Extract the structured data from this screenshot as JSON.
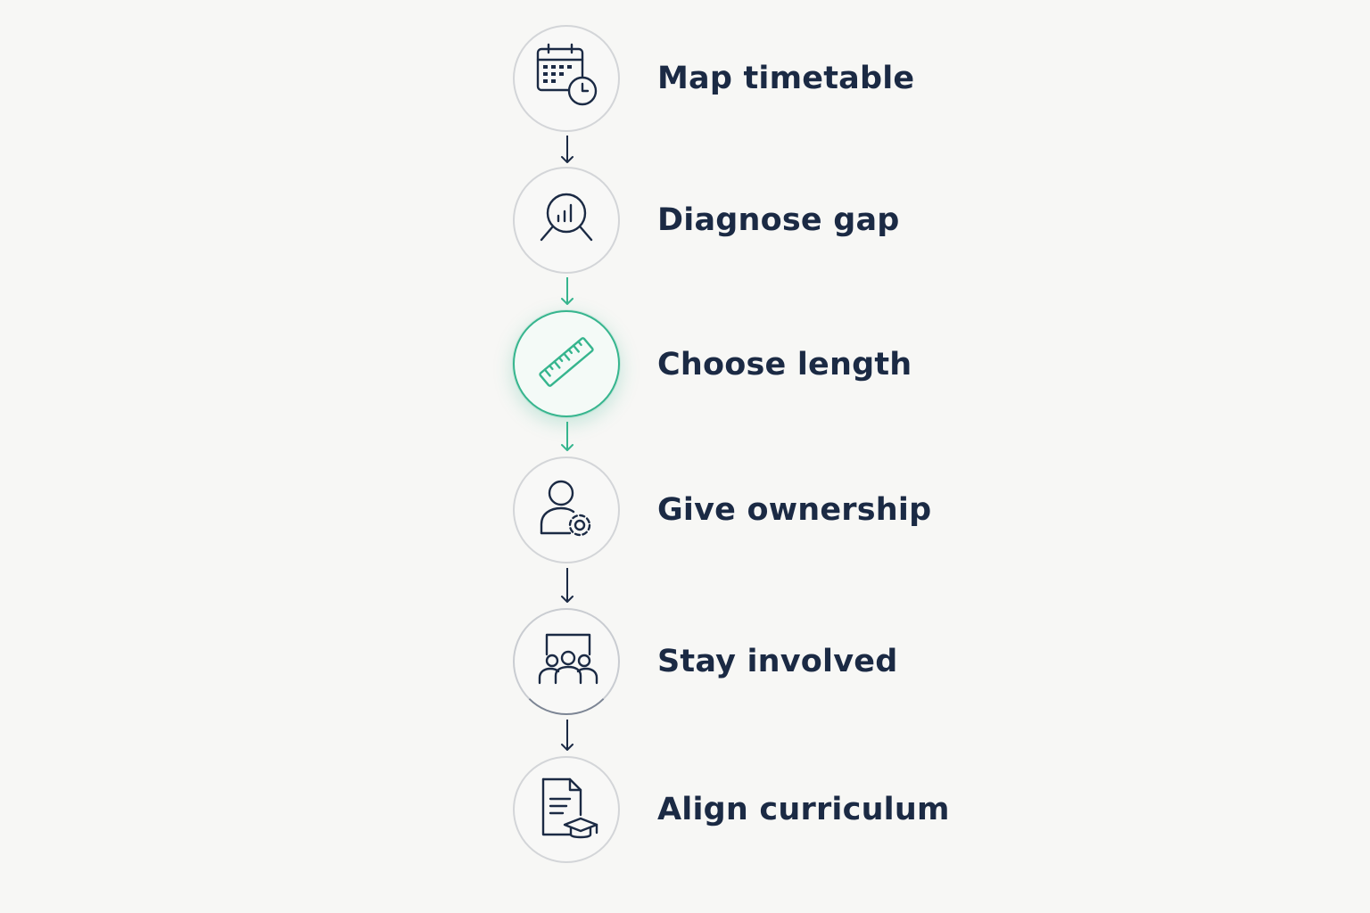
{
  "steps": [
    {
      "label": "Map timetable",
      "icon": "calendar-clock-icon",
      "state": "default"
    },
    {
      "label": "Diagnose gap",
      "icon": "magnifier-chart-icon",
      "state": "default"
    },
    {
      "label": "Choose length",
      "icon": "ruler-icon",
      "state": "active"
    },
    {
      "label": "Give ownership",
      "icon": "user-gear-icon",
      "state": "default"
    },
    {
      "label": "Stay involved",
      "icon": "group-board-icon",
      "state": "default"
    },
    {
      "label": "Align curriculum",
      "icon": "document-graduation-icon",
      "state": "default"
    }
  ],
  "colors": {
    "background": "#f7f7f5",
    "text": "#1b2a44",
    "icon_stroke": "#1b2a44",
    "accent": "#36b58e",
    "node_border": "#d3d5d8"
  }
}
